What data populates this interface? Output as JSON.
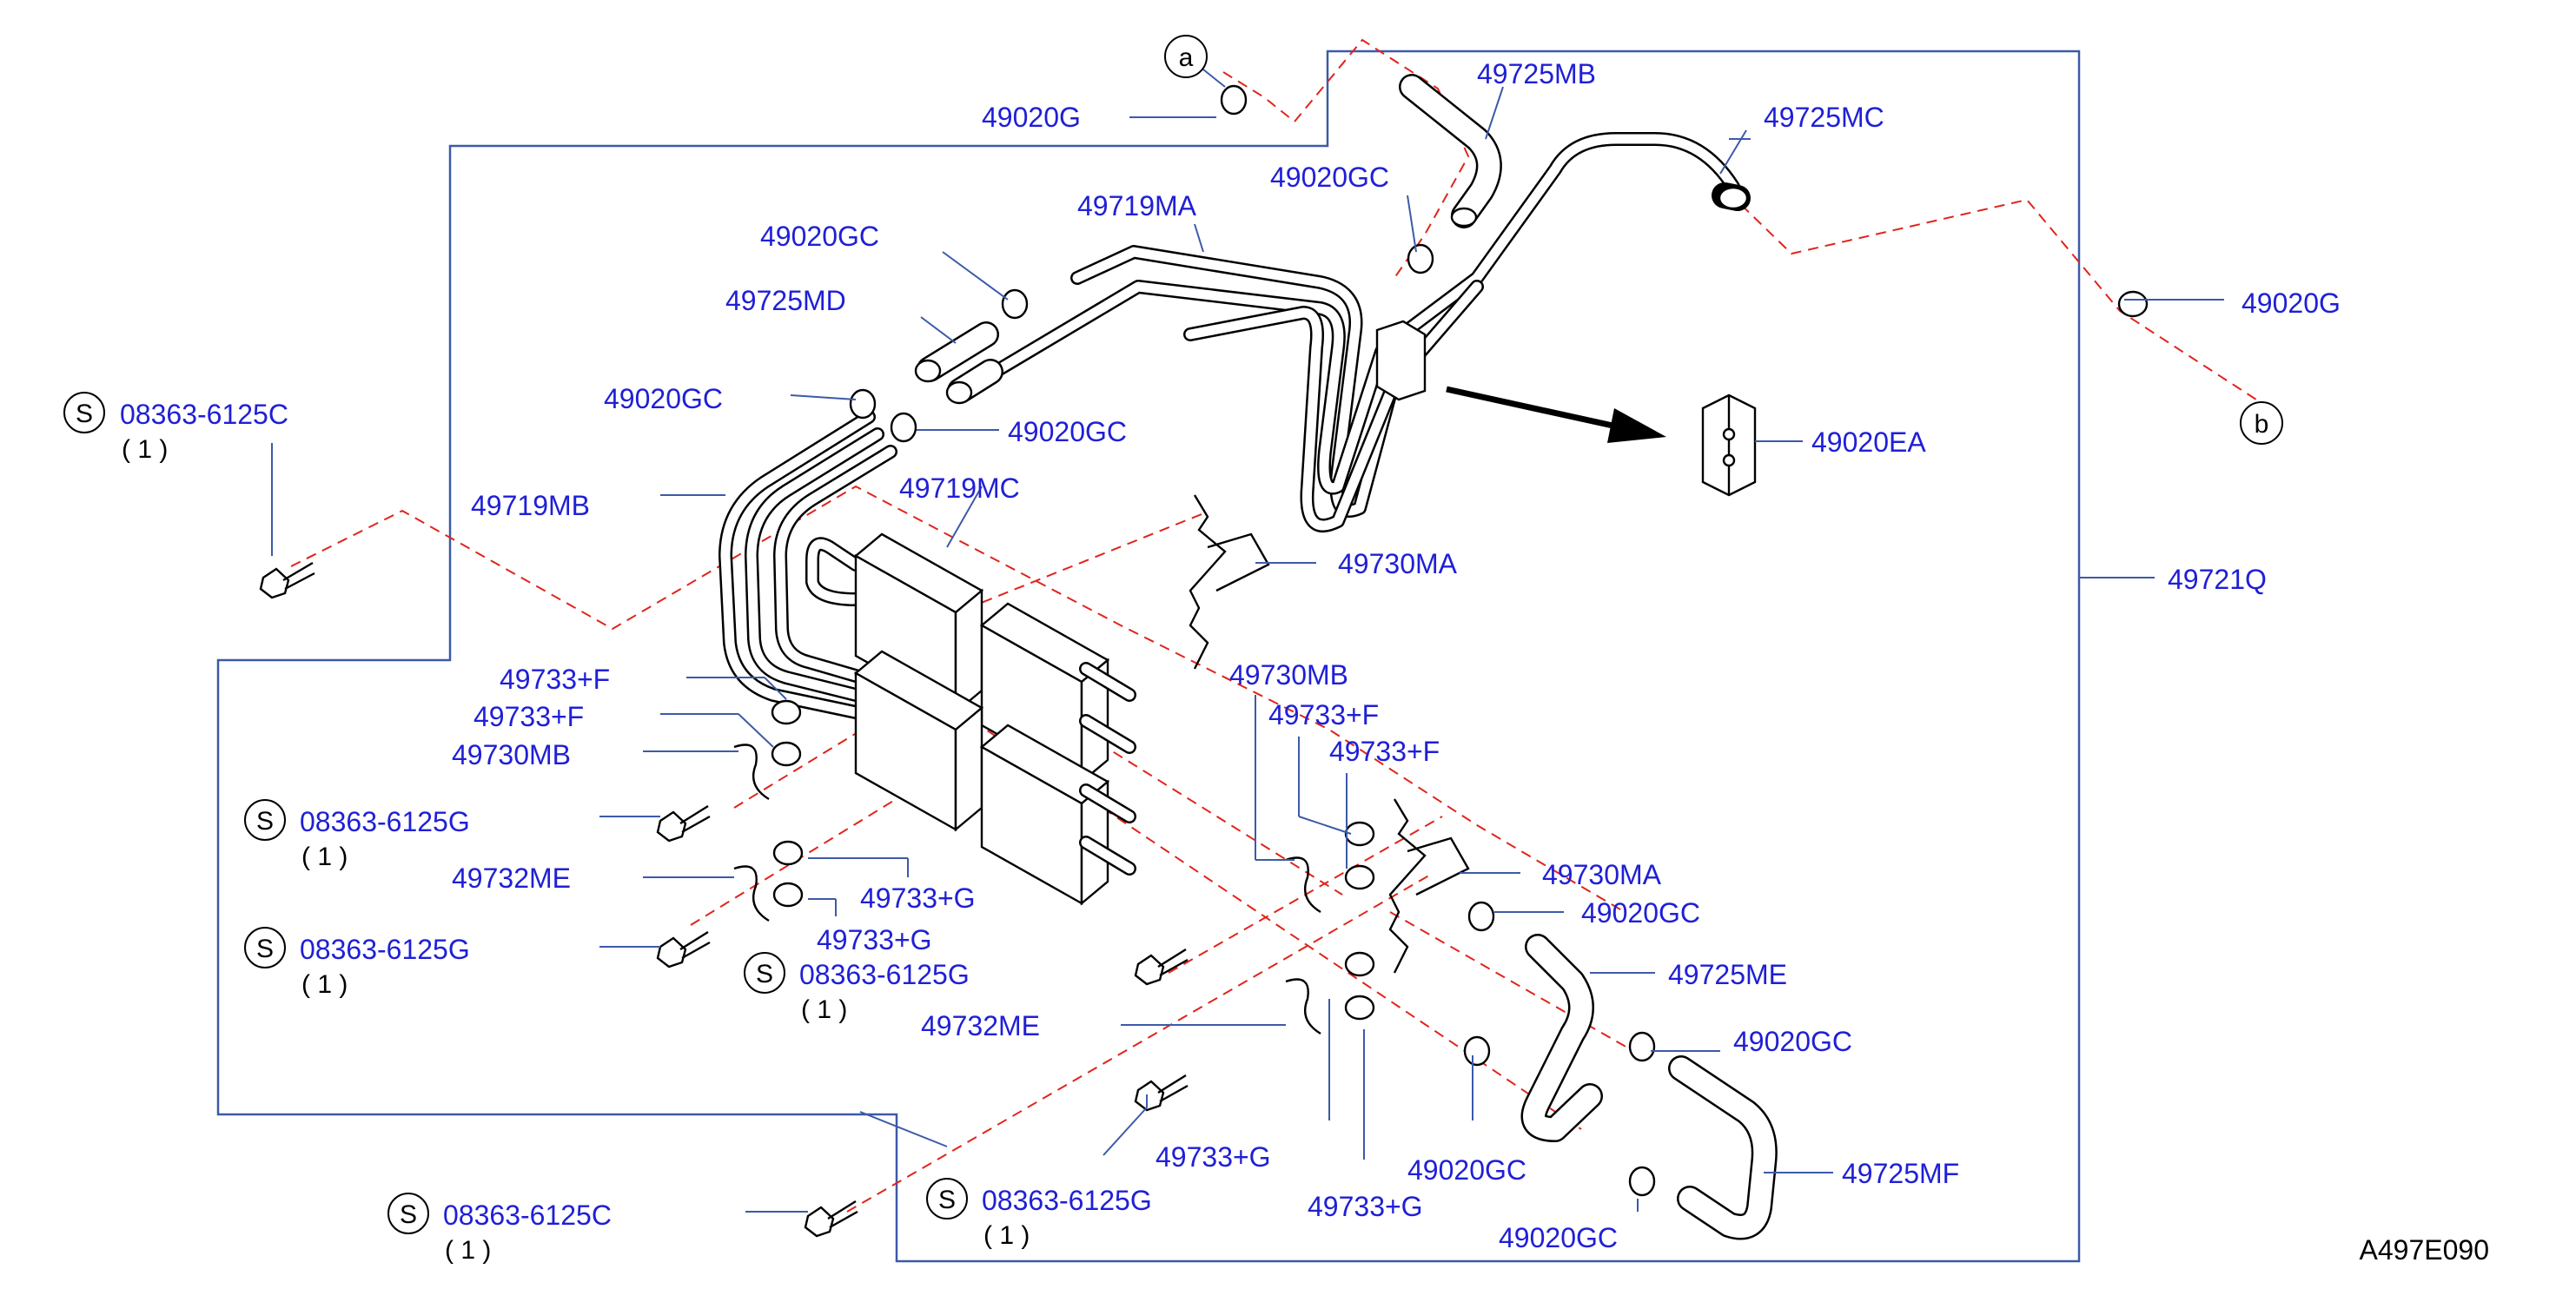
{
  "diagram": {
    "code": "A497E090",
    "circle_refs": {
      "a": "a",
      "b": "b"
    },
    "screw_symbol": "S",
    "labels": {
      "p49020G_top": "49020G",
      "p49725MB": "49725MB",
      "p49725MC": "49725MC",
      "p49020GC_top": "49020GC",
      "p49719MA": "49719MA",
      "p49020GC_a": "49020GC",
      "p49725MD": "49725MD",
      "p49020G_right": "49020G",
      "p49020GC_b": "49020GC",
      "p49020GC_c": "49020GC",
      "p49020EA": "49020EA",
      "p49719MB": "49719MB",
      "p49719MC": "49719MC",
      "p49730MA_top": "49730MA",
      "p49721Q": "49721Q",
      "p49733F_1": "49733+F",
      "p49733F_2": "49733+F",
      "p49730MB_left": "49730MB",
      "p49730MB_right": "49730MB",
      "p49733F_3": "49733+F",
      "p49733F_4": "49733+F",
      "p49732ME_left": "49732ME",
      "p49733G_1": "49733+G",
      "p49733G_2": "49733+G",
      "p49730MA_bottom": "49730MA",
      "p49020GC_d": "49020GC",
      "p49725ME": "49725ME",
      "p49732ME_right": "49732ME",
      "p49020GC_e": "49020GC",
      "p49733G_3": "49733+G",
      "p49020GC_f": "49020GC",
      "p49725MF": "49725MF",
      "p49733G_4": "49733+G",
      "p49020GC_g": "49020GC"
    },
    "screws": {
      "s1": {
        "code": "08363-6125C",
        "qty": "( 1 )"
      },
      "s2": {
        "code": "08363-6125G",
        "qty": "( 1 )"
      },
      "s3": {
        "code": "08363-6125G",
        "qty": "( 1 )"
      },
      "s4": {
        "code": "08363-6125G",
        "qty": "( 1 )"
      },
      "s5": {
        "code": "08363-6125C",
        "qty": "( 1 )"
      },
      "s6": {
        "code": "08363-6125G",
        "qty": "( 1 )"
      }
    }
  }
}
